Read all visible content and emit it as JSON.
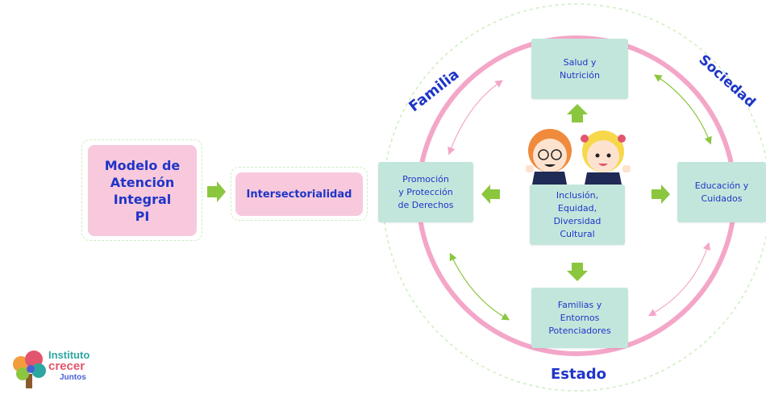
{
  "diagram": {
    "model_box": {
      "lines": [
        "Modelo de",
        "Atención",
        "Integral",
        "PI"
      ]
    },
    "intersectoriality": "Intersectorialidad",
    "ring_labels": {
      "top_left": "Familia",
      "top_right": "Sociedad",
      "bottom": "Estado"
    },
    "nodes": {
      "top": "Salud y\nNutrición",
      "left": "Promoción\ny Protección\nde Derechos",
      "center": "Inclusión,\nEquidad,\nDiversidad\nCultural",
      "right": "Educación y\nCuidados",
      "bottom": "Familias y\nEntornos\nPotenciadores"
    }
  },
  "logo": {
    "lines": [
      "Instituto",
      "crecer",
      "Juntos"
    ]
  },
  "colors": {
    "pink_ring": "#f4a6c8",
    "pink_box": "#f8c9dc",
    "teal_box": "#c3e6dc",
    "green_arrow": "#8bc63f",
    "text_blue": "#1f35c8"
  }
}
